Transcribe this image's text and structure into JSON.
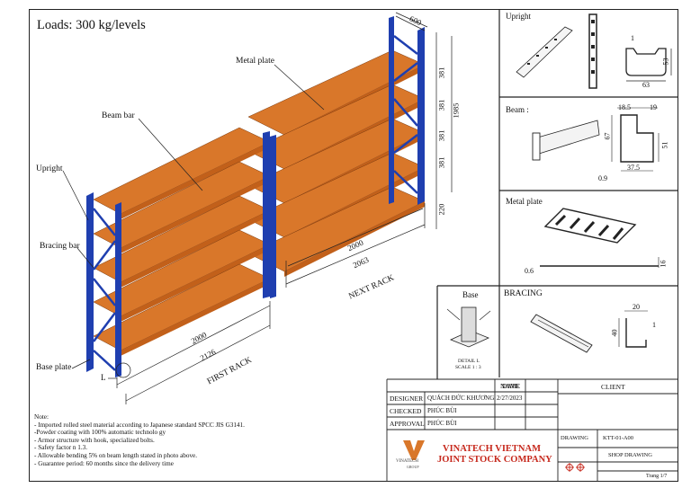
{
  "drawing": {
    "load_label": "Loads: 300 kg/levels",
    "callouts": {
      "metal_plate": "Metal plate",
      "beam_bar": "Beam bar",
      "upright": "Upright",
      "bracing_bar": "Bracing bar",
      "base_plate": "Base plate",
      "detail_marker": "L"
    },
    "dimensions": {
      "depth": "600",
      "level_pitch": [
        "381",
        "381",
        "381",
        "381"
      ],
      "bottom_gap": "220",
      "total_height": "1985",
      "first_beam": "2000",
      "first_overall": "2126",
      "next_beam": "2000",
      "next_overall": "2063"
    },
    "rack_labels": {
      "first": "FIRST RACK",
      "next": "NEXT RACK"
    }
  },
  "details": {
    "upright": {
      "title": "Upright",
      "dims": [
        "1",
        "53",
        "63"
      ]
    },
    "beam": {
      "title": "Beam :",
      "dims": [
        "18.5",
        "19",
        "67",
        "51",
        "37.5",
        "0.9"
      ]
    },
    "metal_plate": {
      "title": "Metal plate",
      "dims": [
        "0.6",
        "16"
      ]
    },
    "base": {
      "title": "Base",
      "caption_1": "DETAIL L",
      "caption_2": "SCALE 1 : 3"
    },
    "bracing": {
      "title": "BRACING",
      "dims": [
        "20",
        "1",
        "40"
      ]
    }
  },
  "notes": {
    "title": "Note:",
    "lines": [
      "- Imported rolled steel material according to Japanese standard SPCC JIS G3141.",
      "-Powder coating with 100% automatic technolo gy",
      "- Armor structure with hook, specialized bolts.",
      "- Safety factor n 1.3.",
      "- Allowable bending 5% on beam length stated in photo above.",
      "- Guarantee period: 60 months since the delivery time"
    ]
  },
  "title_block": {
    "name_header": "NAME",
    "date_header": "DATE",
    "client_header": "CLIENT",
    "rows": [
      {
        "role": "DESIGNER",
        "name": "QUÁCH ĐỨC KHƯƠNG",
        "date": "2/27/2023"
      },
      {
        "role": "CHECKED",
        "name": "PHÚC BÙI",
        "date": ""
      },
      {
        "role": "APPROVAL",
        "name": "PHÚC BÙI",
        "date": ""
      }
    ],
    "company_line1": "VINATECH VIETNAM",
    "company_line2": "JOINT STOCK COMPANY",
    "logo_word": "VINATECH",
    "logo_sub": "GROUP",
    "drawing_label": "DRAWING",
    "drawing_no": "KTT-01-A00",
    "shop_drawing": "SHOP DRAWING",
    "page": "Trang 1/7"
  },
  "colors": {
    "upright": "#1f3fb0",
    "shelf_top": "#d9772a",
    "shelf_front": "#c2601a",
    "company": "#c6281c"
  }
}
